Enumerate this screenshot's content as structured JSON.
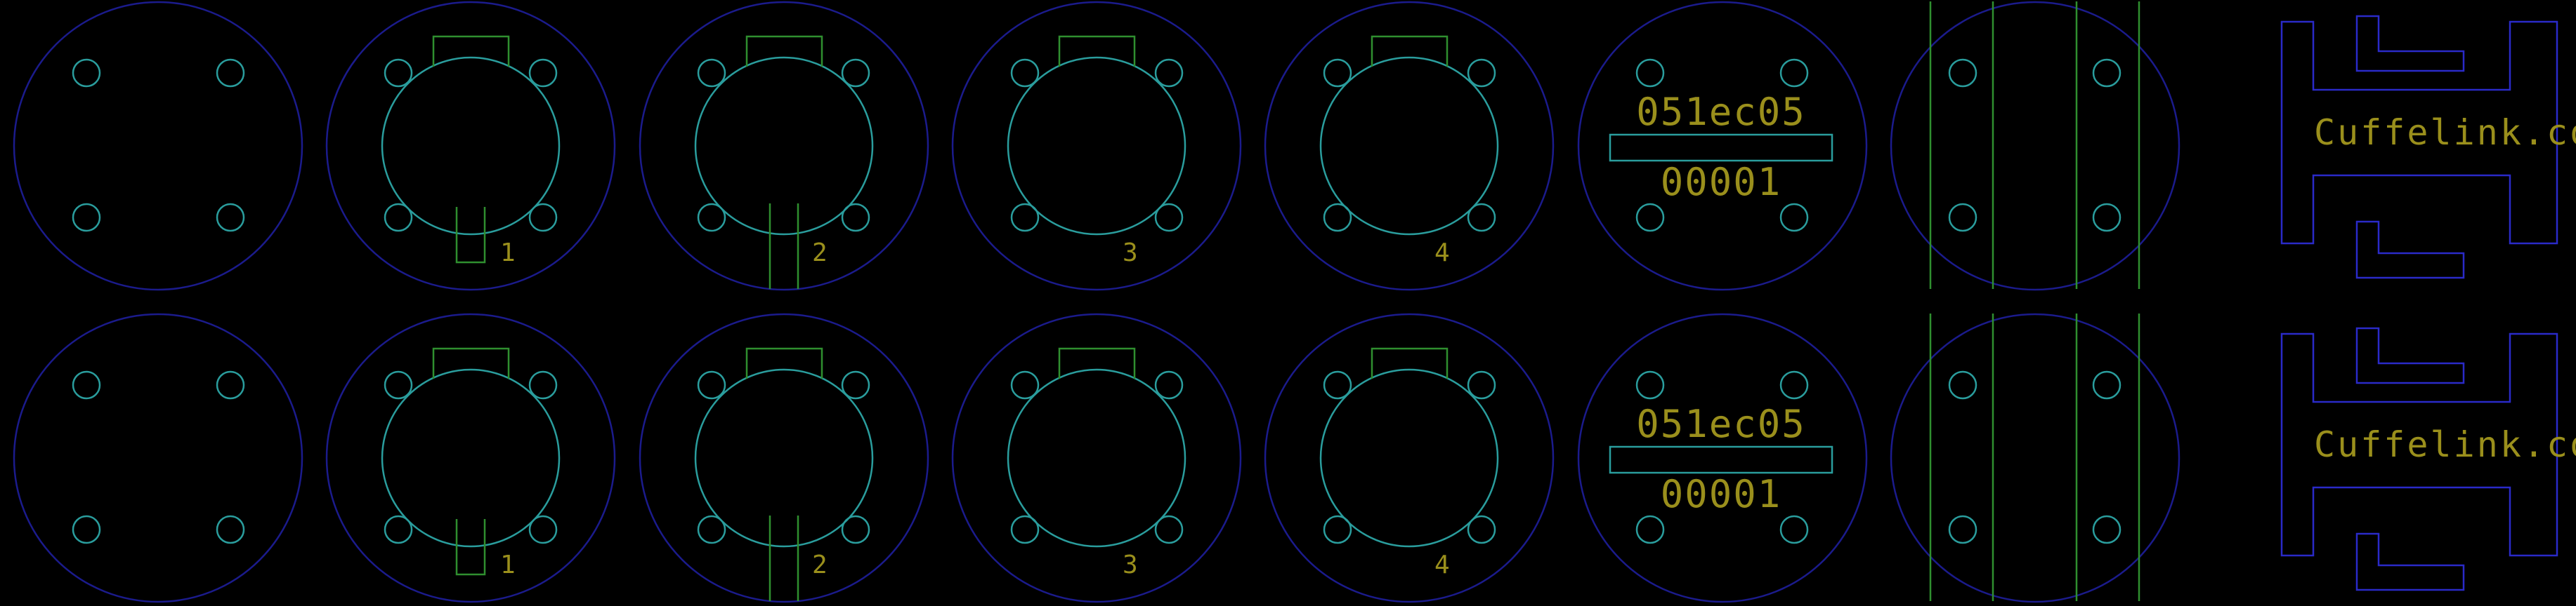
{
  "colors": {
    "background": "#000000",
    "outline": "#1b1b8c",
    "cyan": "#2a9d9d",
    "green": "#2f8f2f",
    "text": "#9a8f1c",
    "brand_outline": "#2a2ac8"
  },
  "rows": [
    {
      "part_labels": [
        "1",
        "2",
        "3",
        "4"
      ],
      "serial_top": "051ec05",
      "serial_bottom": "00001",
      "brand": "Cuffelink.com"
    },
    {
      "part_labels": [
        "1",
        "2",
        "3",
        "4"
      ],
      "serial_top": "051ec05",
      "serial_bottom": "00001",
      "brand": "Cuffelink.com"
    }
  ]
}
